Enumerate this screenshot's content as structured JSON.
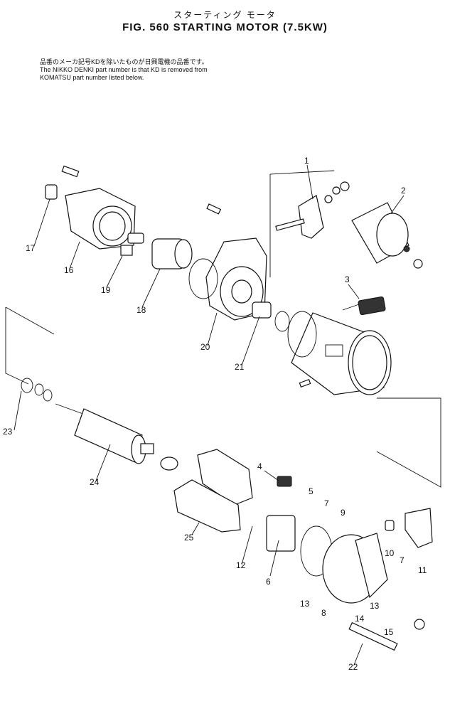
{
  "title_jp": "スターティング モータ",
  "title": "FIG. 560  STARTING  MOTOR  (7.5KW)",
  "note_jp": "品番のメーカ記号KDを除いたものが日興電機の品番です。",
  "note_line1": "The NIKKO DENKI part number is that KD is removed from",
  "note_line2": "KOMATSU part number listed below.",
  "callouts": [
    "1",
    "2",
    "3",
    "4",
    "5",
    "6",
    "7",
    "8",
    "9",
    "10",
    "11",
    "12",
    "13",
    "14",
    "15",
    "16",
    "17",
    "18",
    "19",
    "20",
    "21",
    "22",
    "23",
    "24",
    "25",
    "7",
    "13"
  ]
}
